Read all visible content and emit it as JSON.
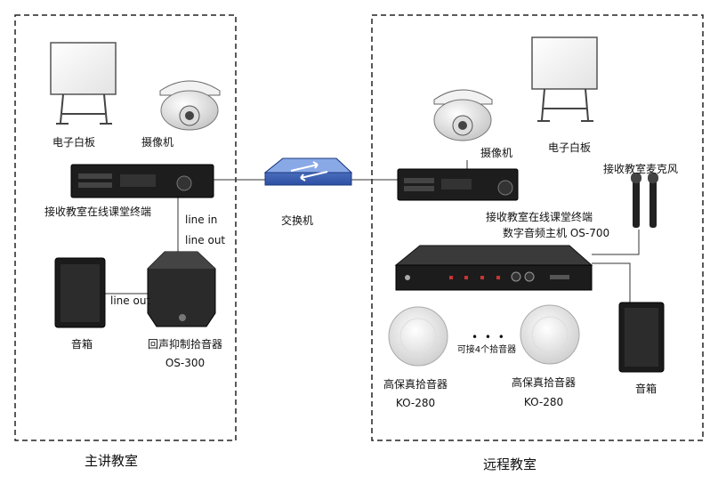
{
  "rooms": {
    "main": {
      "title": "主讲教室"
    },
    "remote": {
      "title": "远程教室"
    }
  },
  "devices": {
    "whiteboard_left": "电子白板",
    "camera_left": "摄像机",
    "terminal_left": "接收教室在线课堂终端",
    "speaker_left": "音箱",
    "echo_mic_name": "回声抑制拾音器",
    "echo_mic_model": "OS-300",
    "switch": "交换机",
    "camera_right": "摄像机",
    "whiteboard_right": "电子白板",
    "mic_right": "接收教室麦克风",
    "terminal_right": "接收教室在线课堂终端",
    "audio_host": "数字音频主机 OS-700",
    "pickup1_name": "高保真拾音器",
    "pickup1_model": "KO-280",
    "pickup2_name": "高保真拾音器",
    "pickup2_model": "KO-280",
    "pickup_note": "可接4个拾音器",
    "speaker_right": "音箱"
  },
  "connections": {
    "line_in": "line in",
    "line_out_top": "line out",
    "line_out_left": "line out"
  },
  "ellipsis": "• • •"
}
